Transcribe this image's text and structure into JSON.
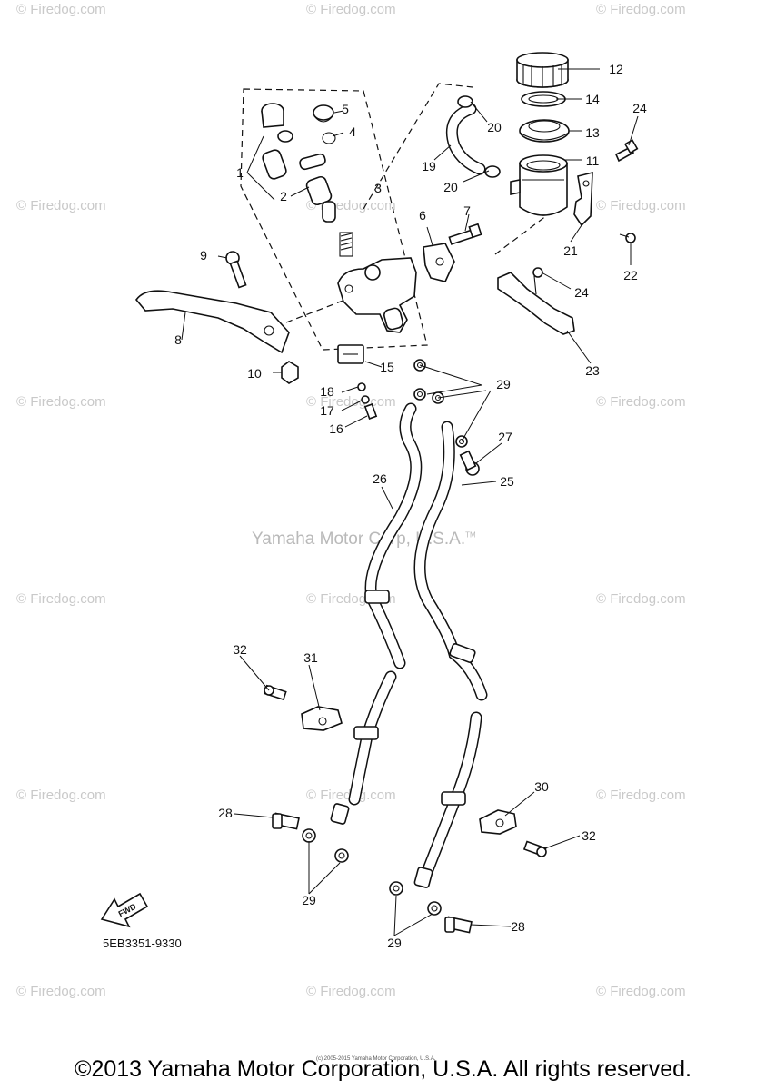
{
  "watermark": "© Firedog.com",
  "center_watermark": "Yamaha Motor Corp, U.S.A.",
  "center_watermark_tm": "TM",
  "part_code": "5EB3351-9330",
  "fwd_label": "FWD",
  "fine_print": "(c) 2005-2015 Yamaha Motor Corporation, U.S.A.",
  "footer": "©2013 Yamaha Motor Corporation, U.S.A. All rights reserved.",
  "callouts": {
    "c1": "1",
    "c2": "2",
    "c3": "3",
    "c4": "4",
    "c5": "5",
    "c6": "6",
    "c7": "7",
    "c8": "8",
    "c9": "9",
    "c10": "10",
    "c11": "11",
    "c12": "12",
    "c13": "13",
    "c14": "14",
    "c15": "15",
    "c16": "16",
    "c17": "17",
    "c18": "18",
    "c19": "19",
    "c20a": "20",
    "c20b": "20",
    "c21": "21",
    "c22": "22",
    "c23": "23",
    "c24a": "24",
    "c24b": "24",
    "c25": "25",
    "c26": "26",
    "c27": "27",
    "c28a": "28",
    "c28b": "28",
    "c29a": "29",
    "c29b": "29",
    "c29c": "29",
    "c30": "30",
    "c31": "31",
    "c32a": "32",
    "c32b": "32"
  }
}
